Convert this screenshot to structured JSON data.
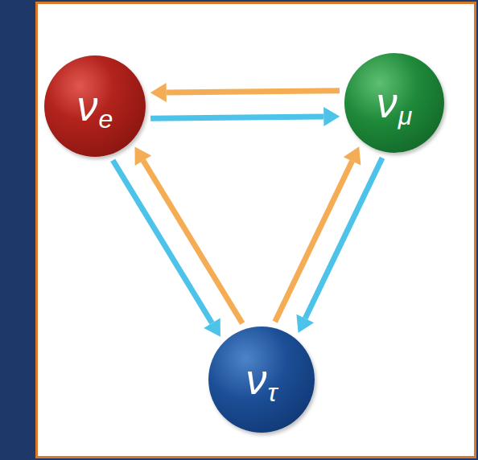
{
  "diagram": {
    "nodes": [
      {
        "text": [
          "ν",
          "e"
        ]
      },
      {
        "text": [
          "ν",
          "μ"
        ]
      },
      {
        "text": [
          "ν",
          "τ"
        ]
      }
    ],
    "edges": [
      {
        "from": 0,
        "to": 1,
        "arrow": "to"
      },
      {
        "from": 1,
        "to": 0,
        "arrow": "to"
      },
      {
        "from": 0,
        "to": 2,
        "arrow": "to"
      },
      {
        "from": 2,
        "to": 0,
        "arrow": "to"
      },
      {
        "from": 2,
        "to": 1,
        "arrow": "to"
      },
      {
        "from": 1,
        "to": 2,
        "arrow": "to"
      }
    ]
  }
}
